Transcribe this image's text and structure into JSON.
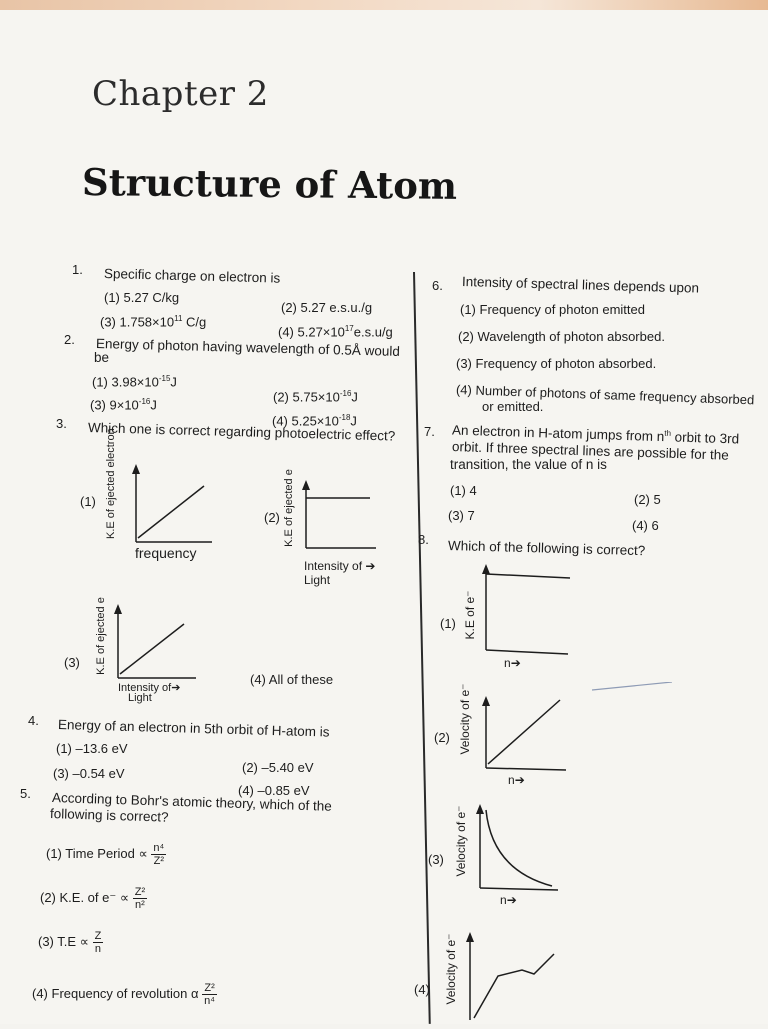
{
  "chapter": "Chapter 2",
  "title": "Structure of Atom",
  "q1": {
    "num": "1.",
    "text": "Specific charge on electron is",
    "o1": "(1) 5.27 C/kg",
    "o2": "(2) 5.27 e.s.u./g",
    "o3_pre": "(3) 1.758×10",
    "o3_sup": "11",
    "o3_post": " C/g",
    "o4_pre": "(4) 5.27×10",
    "o4_sup": "17",
    "o4_post": "e.s.u/g"
  },
  "q2": {
    "num": "2.",
    "text1": "Energy of photon having wavelength of 0.5Å would",
    "text2": "be",
    "o1_pre": "(1) 3.98×10",
    "o1_sup": "-15",
    "o1_post": "J",
    "o2_pre": "(2) 5.75×10",
    "o2_sup": "-16",
    "o2_post": "J",
    "o3_pre": "(3) 9×10",
    "o3_sup": "-16",
    "o3_post": "J",
    "o4_pre": "(4) 5.25×10",
    "o4_sup": "-18",
    "o4_post": "J"
  },
  "q3": {
    "num": "3.",
    "text": "Which one is correct regarding photoelectric effect?",
    "g1_label": "(1)",
    "g1_y": "K.E of ejected electron",
    "g1_x": "frequency",
    "g2_label": "(2)",
    "g2_y": "K.E of ejected e",
    "g2_x1": "Intensity of",
    "g2_x2": "Light",
    "g3_label": "(3)",
    "g3_y": "K.E of ejected e",
    "g3_x1": "Intensity of",
    "g3_x2": "Light",
    "o4": "(4) All of these"
  },
  "q4": {
    "num": "4.",
    "text": "Energy of an electron in 5th orbit of H-atom is",
    "o1": "(1) –13.6 eV",
    "o2": "(2) –5.40 eV",
    "o3": "(3) –0.54 eV",
    "o4": "(4) –0.85 eV"
  },
  "q5": {
    "num": "5.",
    "text1": "According to Bohr's atomic theory, which of the",
    "text2": "following is correct?",
    "o1": "(1) Time Period ∝",
    "o1_n": "n⁴",
    "o1_d": "Z²",
    "o2": "(2) K.E. of e⁻ ∝",
    "o2_n": "Z²",
    "o2_d": "n²",
    "o3": "(3) T.E ∝",
    "o3_n": "Z",
    "o3_d": "n",
    "o4": "(4) Frequency of revolution α",
    "o4_n": "Z²",
    "o4_d": "n⁴"
  },
  "q6": {
    "num": "6.",
    "text": "Intensity of spectral lines depends upon",
    "o1": "(1) Frequency of photon emitted",
    "o2": "(2) Wavelength of photon absorbed.",
    "o3": "(3) Frequency of photon absorbed.",
    "o4a": "(4) Number of photons of same frequency absorbed",
    "o4b": "or emitted."
  },
  "q7": {
    "num": "7.",
    "text1_pre": "An electron in H-atom jumps from n",
    "text1_sup": "th",
    "text1_post": " orbit to 3rd",
    "text2": "orbit. If three spectral lines are possible for the",
    "text3": "transition, the value of n is",
    "o1": "(1) 4",
    "o2": "(2) 5",
    "o3": "(3) 7",
    "o4": "(4) 6"
  },
  "q8": {
    "num": "8.",
    "text": "Which of the following is correct?",
    "g1_label": "(1)",
    "g1_y": "K.E of e⁻",
    "g1_x": "n",
    "g2_label": "(2)",
    "g2_y": "Velocity of e⁻",
    "g2_x": "n",
    "g3_label": "(3)",
    "g3_y": "Velocity of e⁻",
    "g3_x": "n",
    "g4_label": "(4)",
    "g4_y": "Velocity of e⁻"
  }
}
